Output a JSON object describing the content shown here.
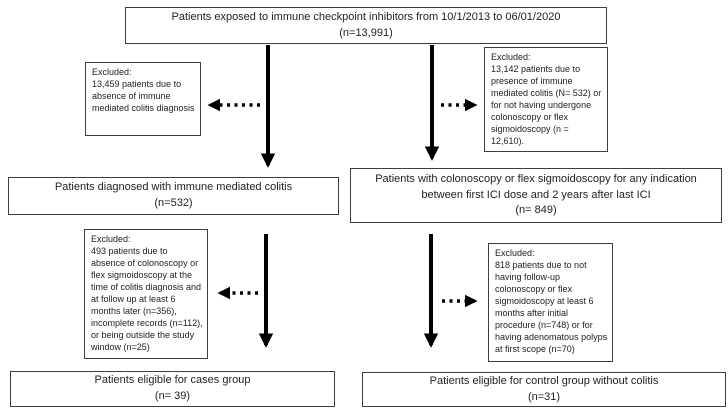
{
  "diagram": {
    "title": "Patient selection flowchart for immune checkpoint inhibitor colitis study",
    "colors": {
      "box_border": "#3e3e3e",
      "arrow": "#000000",
      "text": "#222222",
      "background": "#ffffff"
    },
    "nodes": {
      "top": {
        "line1": "Patients exposed to immune checkpoint inhibitors from 10/1/2013 to 06/01/2020",
        "line2": "(n=13,991)"
      },
      "excl_left1": {
        "title": "Excluded:",
        "body": "13,459 patients due to absence of immune mediated colitis diagnosis"
      },
      "excl_right1": {
        "title": "Excluded:",
        "body": "13,142 patients due to presence of immune mediated colitis (N= 532) or for not having undergone colonoscopy or flex sigmoidoscopy (n = 12,610)."
      },
      "mid_left": {
        "line1": "Patients diagnosed with immune mediated colitis",
        "line2": "(n=532)"
      },
      "mid_right": {
        "line1": "Patients with colonoscopy or flex sigmoidoscopy for any indication",
        "line2": "between first ICI dose and 2 years after last ICI",
        "line3": "(n= 849)"
      },
      "excl_left2": {
        "title": "Excluded:",
        "body": "493 patients due to absence of colonoscopy or flex sigmoidoscopy at the time of colitis diagnosis and at follow up at least 6 months later (n=356), incomplete records (n=112), or being outside the study window (n=25)"
      },
      "excl_right2": {
        "title": "Excluded:",
        "body": "818 patients due to not having follow-up colonoscopy or flex sigmoidoscopy at least 6 months after initial procedure (n=748) or for having adenomatous polyps at first scope (n=70)"
      },
      "bottom_left": {
        "line1": "Patients eligible for cases group",
        "line2": "(n= 39)"
      },
      "bottom_right": {
        "line1": "Patients eligible for control group without colitis",
        "line2": "(n=31)"
      }
    }
  }
}
